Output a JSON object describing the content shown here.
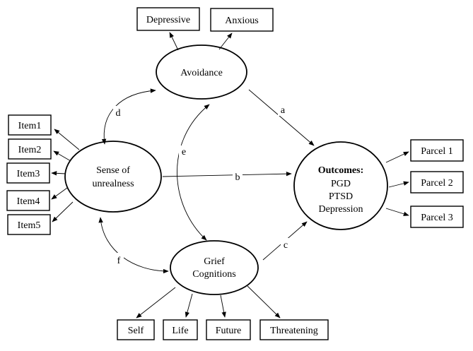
{
  "latent": {
    "avoidance": "Avoidance",
    "sense_line1": "Sense of",
    "sense_line2": "unrealness",
    "grief_line1": "Grief",
    "grief_line2": "Cognitions",
    "outcomes_title": "Outcomes:",
    "outcomes_items": [
      "PGD",
      "PTSD",
      "Depression"
    ]
  },
  "indicators": {
    "avoidance": [
      "Depressive",
      "Anxious"
    ],
    "sense": [
      "Item1",
      "Item2",
      "Item3",
      "Item4",
      "Item5"
    ],
    "grief": [
      "Self",
      "Life",
      "Future",
      "Threatening"
    ],
    "outcomes": [
      "Parcel 1",
      "Parcel 2",
      "Parcel 3"
    ]
  },
  "paths": {
    "a": "a",
    "b": "b",
    "c": "c",
    "d": "d",
    "e": "e",
    "f": "f"
  }
}
